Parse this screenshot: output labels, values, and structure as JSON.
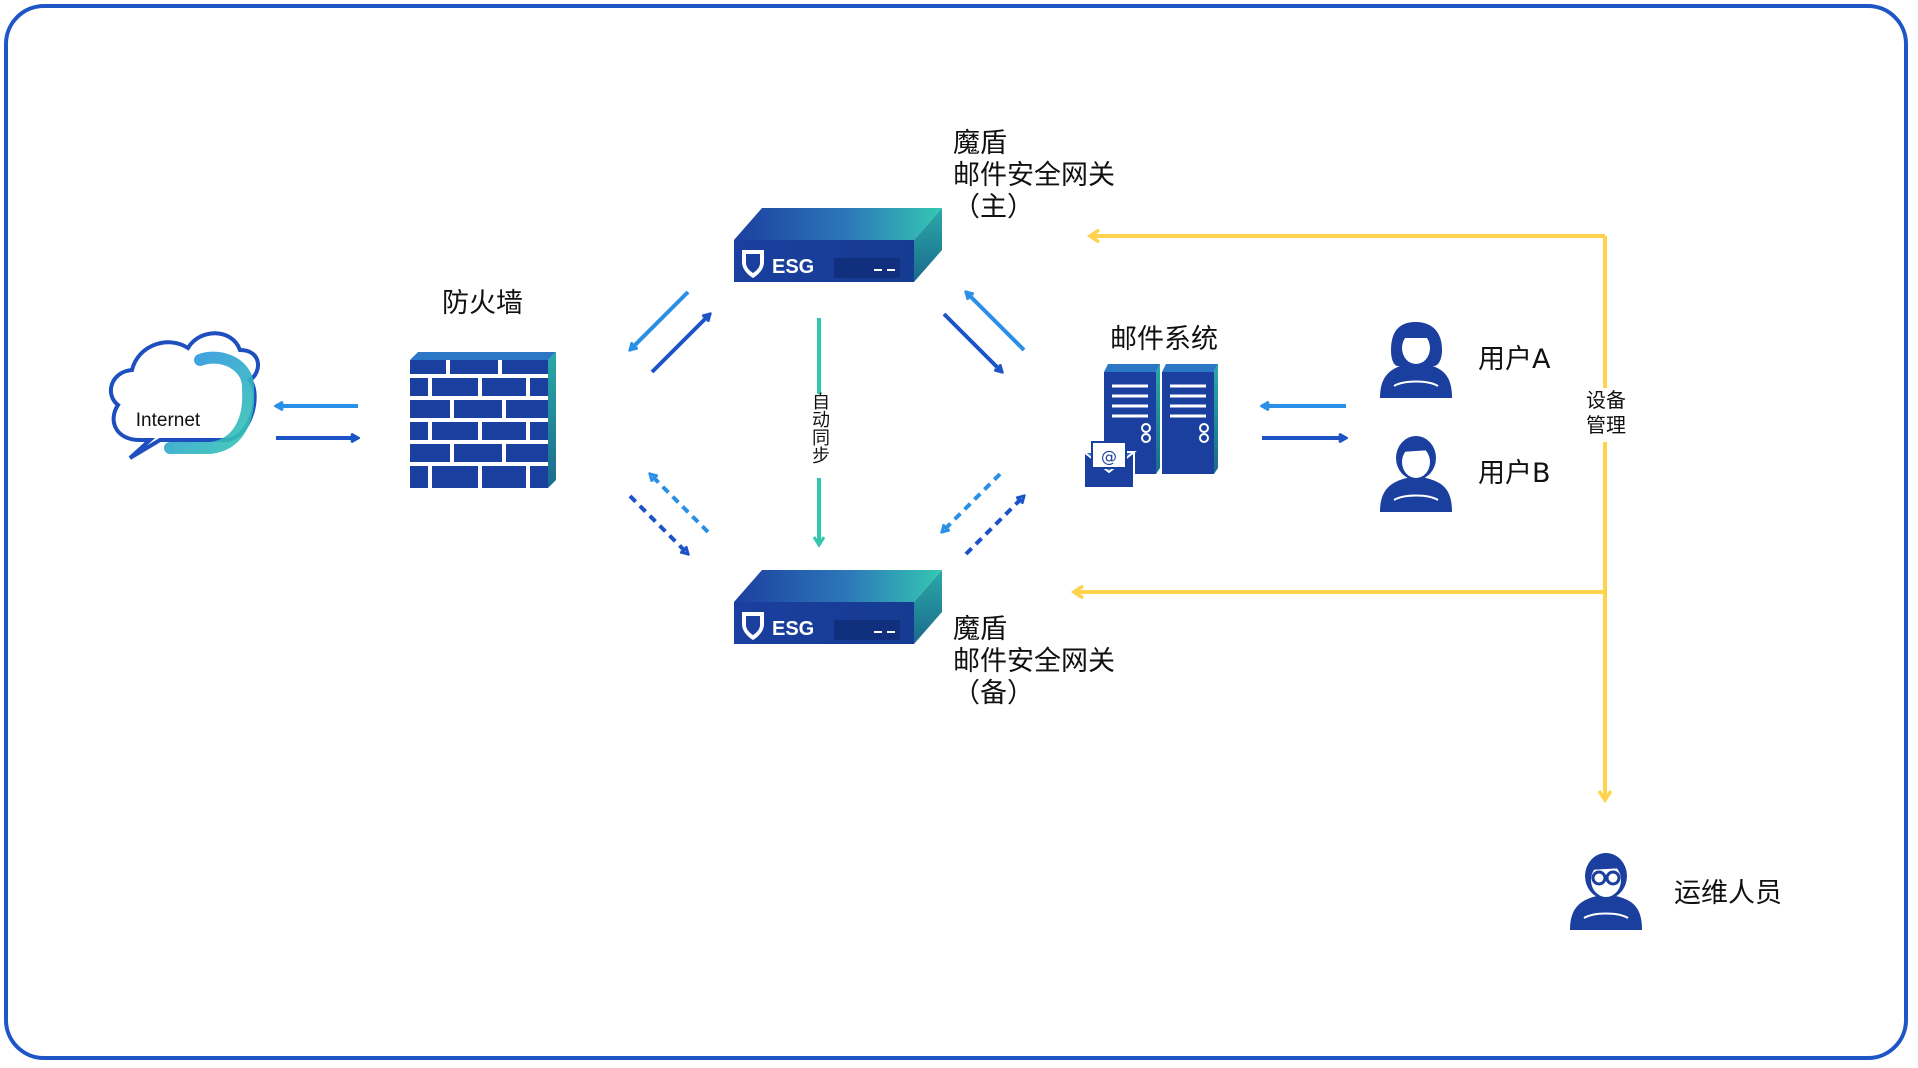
{
  "nodes": {
    "internet": "Internet",
    "firewall": "防火墙",
    "gateway_primary": [
      "魔盾",
      "邮件安全网关",
      "（主）"
    ],
    "gateway_backup": [
      "魔盾",
      "邮件安全网关",
      "（备）"
    ],
    "device_tag": "ESG",
    "mail_system": "邮件系统",
    "user_a": "用户A",
    "user_b": "用户B",
    "ops": "运维人员"
  },
  "edges": {
    "sync": "自动同步",
    "device_mgmt": [
      "设备",
      "管理"
    ]
  },
  "colors": {
    "frame": "#1e56c7",
    "arrow_light": "#2a8fe6",
    "arrow_dark": "#1c54c8",
    "sync": "#35c6b0",
    "mgmt": "#ffd34d",
    "device_dark": "#1b3f9e",
    "device_light": "#34c3b2"
  }
}
